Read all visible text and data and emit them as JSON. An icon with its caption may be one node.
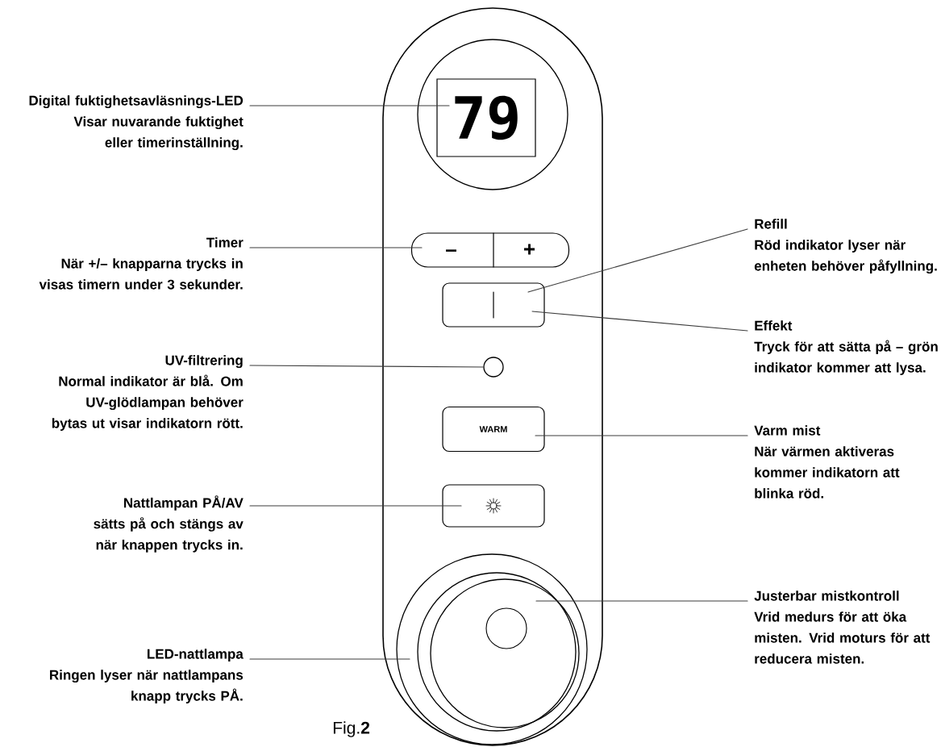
{
  "diagram": {
    "caption": "Fig.**2**",
    "nodes": [
      {
        "text": [],
        "shape": "box"
      },
      {
        "text": [],
        "shape": "circle",
        "in": 0
      },
      {
        "text": [
          "79"
        ],
        "in": 1
      },
      {
        "text": [
          "–",
          "+"
        ],
        "in": 0
      },
      {
        "text": [],
        "shape": "box",
        "in": 0
      },
      {
        "text": [],
        "shape": "circle",
        "in": 0
      },
      {
        "text": [
          "WARM"
        ],
        "in": 0
      },
      {
        "text": [],
        "shape": "box",
        "in": 0
      },
      {
        "text": [],
        "shape": "circle",
        "in": 0
      },
      {
        "text": [],
        "shape": "circle",
        "in": 8
      },
      {
        "text": [
          "Digital fuktighetsavläsnings-LED",
          "Visar nuvarande fuktighet eller timerinställning."
        ]
      },
      {
        "text": [
          "Timer",
          "När +/– knapparna trycks in visas timern under 3 sekunder."
        ]
      },
      {
        "text": [
          "UV-filtrering",
          "Normal indikator är blå. Om UV-glödlampan behöver bytas ut visar indikatorn rött."
        ]
      },
      {
        "text": [
          "Nattlampan PÅ/AV",
          "sätts på och stängs av när knappen trycks in."
        ]
      },
      {
        "text": [
          "LED-nattlampa",
          "Ringen lyser när nattlampans knapp trycks PÅ."
        ]
      },
      {
        "text": [
          "Refill",
          "Röd indikator lyser när enheten behöver påfyllning."
        ]
      },
      {
        "text": [
          "Effekt",
          "Tryck för att sätta på – grön indikator kommer att lysa."
        ]
      },
      {
        "text": [
          "Varm mist",
          "När värmen aktiveras kommer indikatorn att blinka röd."
        ]
      },
      {
        "text": [
          "Justerbar mistkontroll",
          "Vrid medurs för att öka misten. Vrid moturs för att reducera misten."
        ]
      }
    ],
    "edges": [
      {
        "from": 10,
        "to": 2,
        "arrow": "none"
      },
      {
        "from": 11,
        "to": 3,
        "arrow": "none"
      },
      {
        "from": 12,
        "to": 5,
        "arrow": "none"
      },
      {
        "from": 13,
        "to": 7,
        "arrow": "none"
      },
      {
        "from": 14,
        "to": 8,
        "arrow": "none"
      },
      {
        "from": 15,
        "to": 4,
        "arrow": "none"
      },
      {
        "from": 16,
        "to": 4,
        "arrow": "none"
      },
      {
        "from": 17,
        "to": 6,
        "arrow": "none"
      },
      {
        "from": 18,
        "to": 9,
        "arrow": "none"
      }
    ]
  }
}
